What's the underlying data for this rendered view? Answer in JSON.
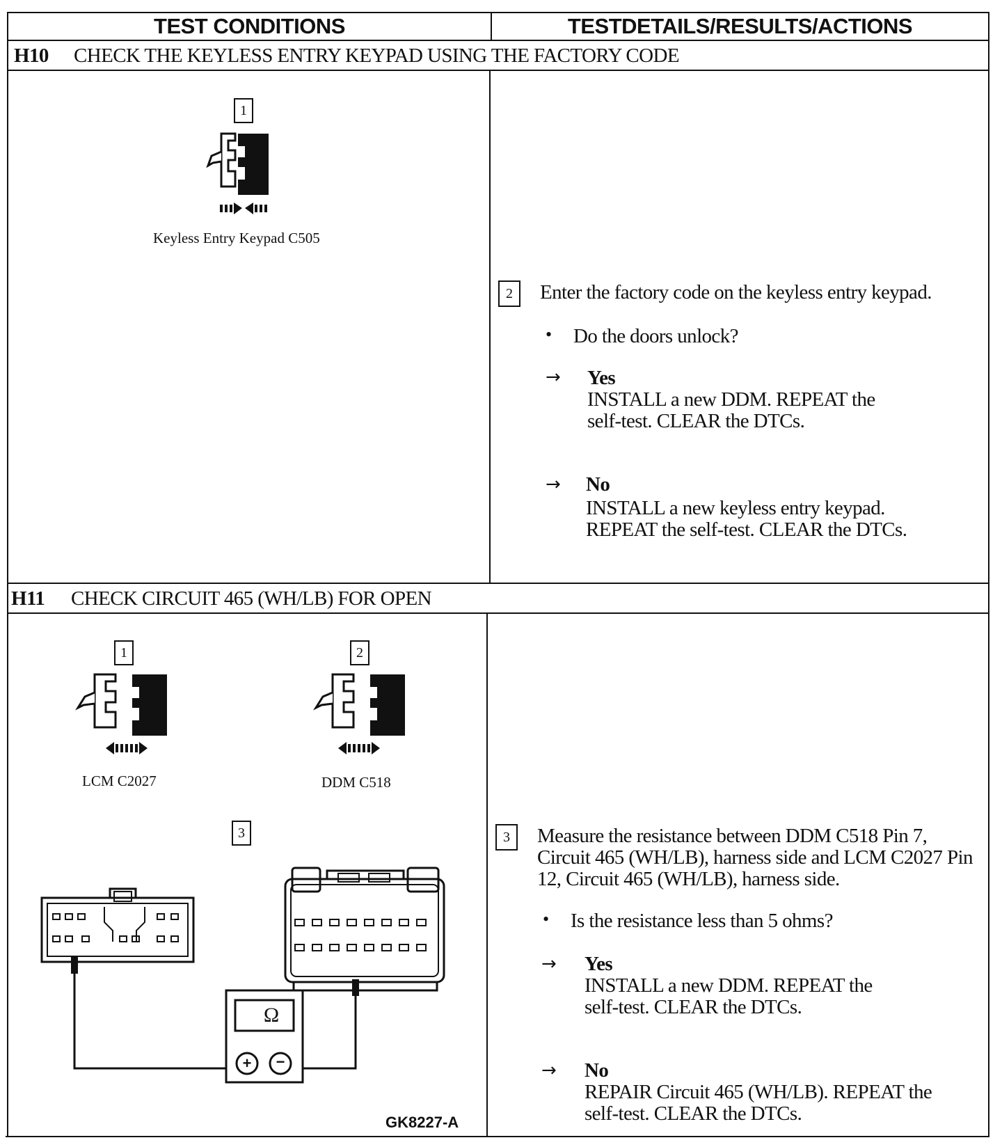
{
  "header": {
    "col_left": "TEST CONDITIONS",
    "col_right": "TESTDETAILS/RESULTS/ACTIONS"
  },
  "h10": {
    "code": "H10",
    "title": "CHECK THE KEYLESS ENTRY KEYPAD USING THE FACTORY CODE",
    "figure_step": "1",
    "connector_caption": "Keyless Entry Keypad C505",
    "step_number": "2",
    "step_text": "Enter the factory code on the keyless entry keypad.",
    "question": "Do the doors unlock?",
    "yes_label": "Yes",
    "yes_text": "INSTALL a new DDM. REPEAT the\nself-test. CLEAR the DTCs.",
    "no_label": "No",
    "no_text": "INSTALL a new keyless entry keypad.\nREPEAT the self-test. CLEAR the  DTCs."
  },
  "h11": {
    "code": "H11",
    "title": "CHECK CIRCUIT 465 (WH/LB) FOR OPEN",
    "fig1_step": "1",
    "fig1_caption": "LCM C2027",
    "fig2_step": "2",
    "fig2_caption": "DDM C518",
    "fig3_step": "3",
    "meter_symbol": "Ω",
    "meter_plus": "+",
    "meter_minus": "−",
    "figure_id": "GK8227-A",
    "step_number": "3",
    "step_text": "Measure the resistance between DDM C518 Pin 7, Circuit 465 (WH/LB), harness side and LCM C2027 Pin 12, Circuit 465 (WH/LB), harness side.",
    "question": "Is the resistance less than 5 ohms?",
    "yes_label": "Yes",
    "yes_text": "INSTALL a new DDM. REPEAT the\nself-test. CLEAR the DTCs.",
    "no_label": "No",
    "no_text": "REPAIR Circuit 465 (WH/LB). REPEAT the\nself-test. CLEAR the DTCs."
  },
  "icons": {
    "arrow": "right-arrow-icon",
    "bullet": "bullet-icon",
    "connector": "connector-icon",
    "ohmmeter": "ohmmeter-icon"
  }
}
